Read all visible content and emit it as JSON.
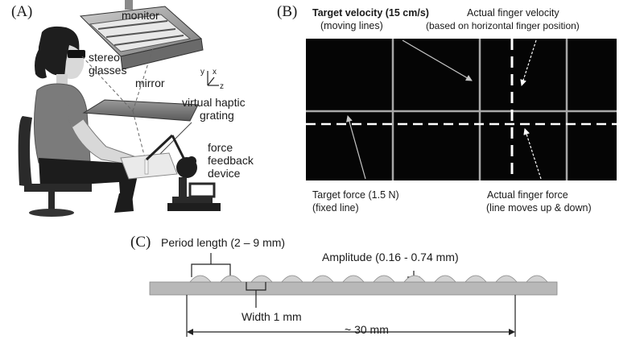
{
  "panel_a": {
    "letter": "(A)",
    "monitor": "monitor",
    "stereo_1": "stereo",
    "stereo_2": "glasses",
    "mirror": "mirror",
    "axis_y": "y",
    "axis_x": "x",
    "axis_z": "z",
    "grating_1": "virtual haptic",
    "grating_2": "grating",
    "device_1": "force",
    "device_2": "feedback",
    "device_3": "device"
  },
  "panel_b": {
    "letter": "(B)",
    "target_velocity_1": "Target velocity (15 cm/s)",
    "target_velocity_2": "(moving lines)",
    "actual_velocity_1": "Actual finger velocity",
    "actual_velocity_2": "(based on horizontal finger position)",
    "target_force_1": "Target force (1.5 N)",
    "target_force_2": "(fixed line)",
    "actual_force_1": "Actual finger force",
    "actual_force_2": "(line moves up & down)"
  },
  "panel_c": {
    "letter": "(C)",
    "period": "Period length (2 – 9 mm)",
    "amplitude": "Amplitude (0.16 - 0.74 mm)",
    "width": "Width 1 mm",
    "length": "~ 30 mm"
  }
}
